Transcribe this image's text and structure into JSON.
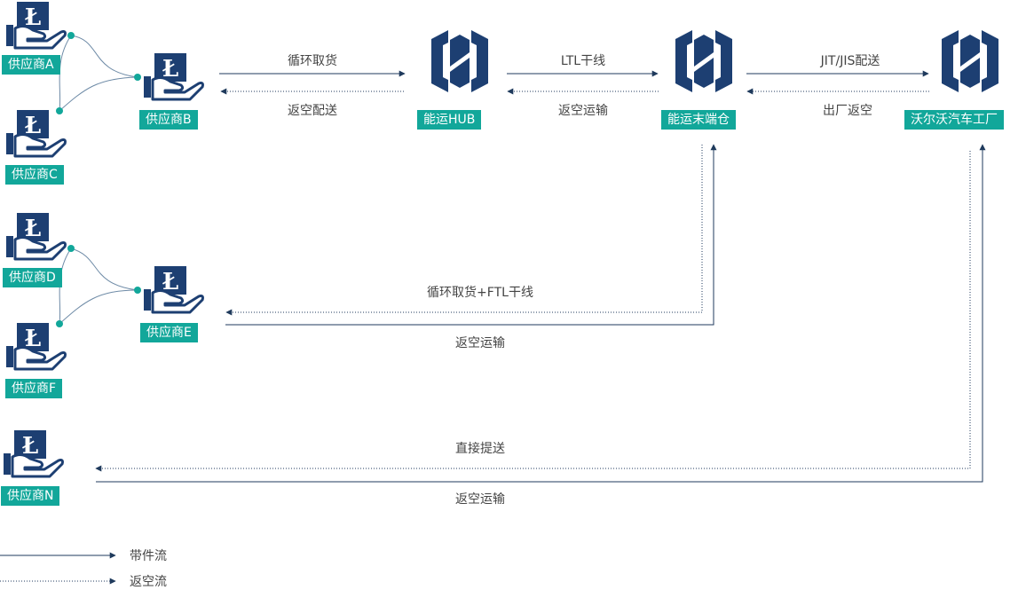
{
  "nodes": {
    "supplier_a": "供应商A",
    "supplier_b": "供应商B",
    "supplier_c": "供应商C",
    "supplier_d": "供应商D",
    "supplier_e": "供应商E",
    "supplier_f": "供应商F",
    "supplier_n": "供应商N",
    "hub": "能运HUB",
    "end_warehouse": "能运末端仓",
    "factory": "沃尔沃汽车工厂"
  },
  "edges": {
    "b_to_hub": "循环取货",
    "hub_to_b": "返空配送",
    "hub_to_wh": "LTL干线",
    "wh_to_hub": "返空运输",
    "wh_to_factory": "JIT/JIS配送",
    "factory_to_wh": "出厂返空",
    "e_forward": "循环取货+FTL干线",
    "e_return": "返空运输",
    "n_forward": "直接提送",
    "n_return": "返空运输"
  },
  "legend": {
    "solid": "带件流",
    "dotted": "返空流"
  },
  "colors": {
    "line": "#1f3a5c",
    "label_bg": "#12a79a",
    "icon": "#1d3f72",
    "node_dot": "#12a79a"
  }
}
